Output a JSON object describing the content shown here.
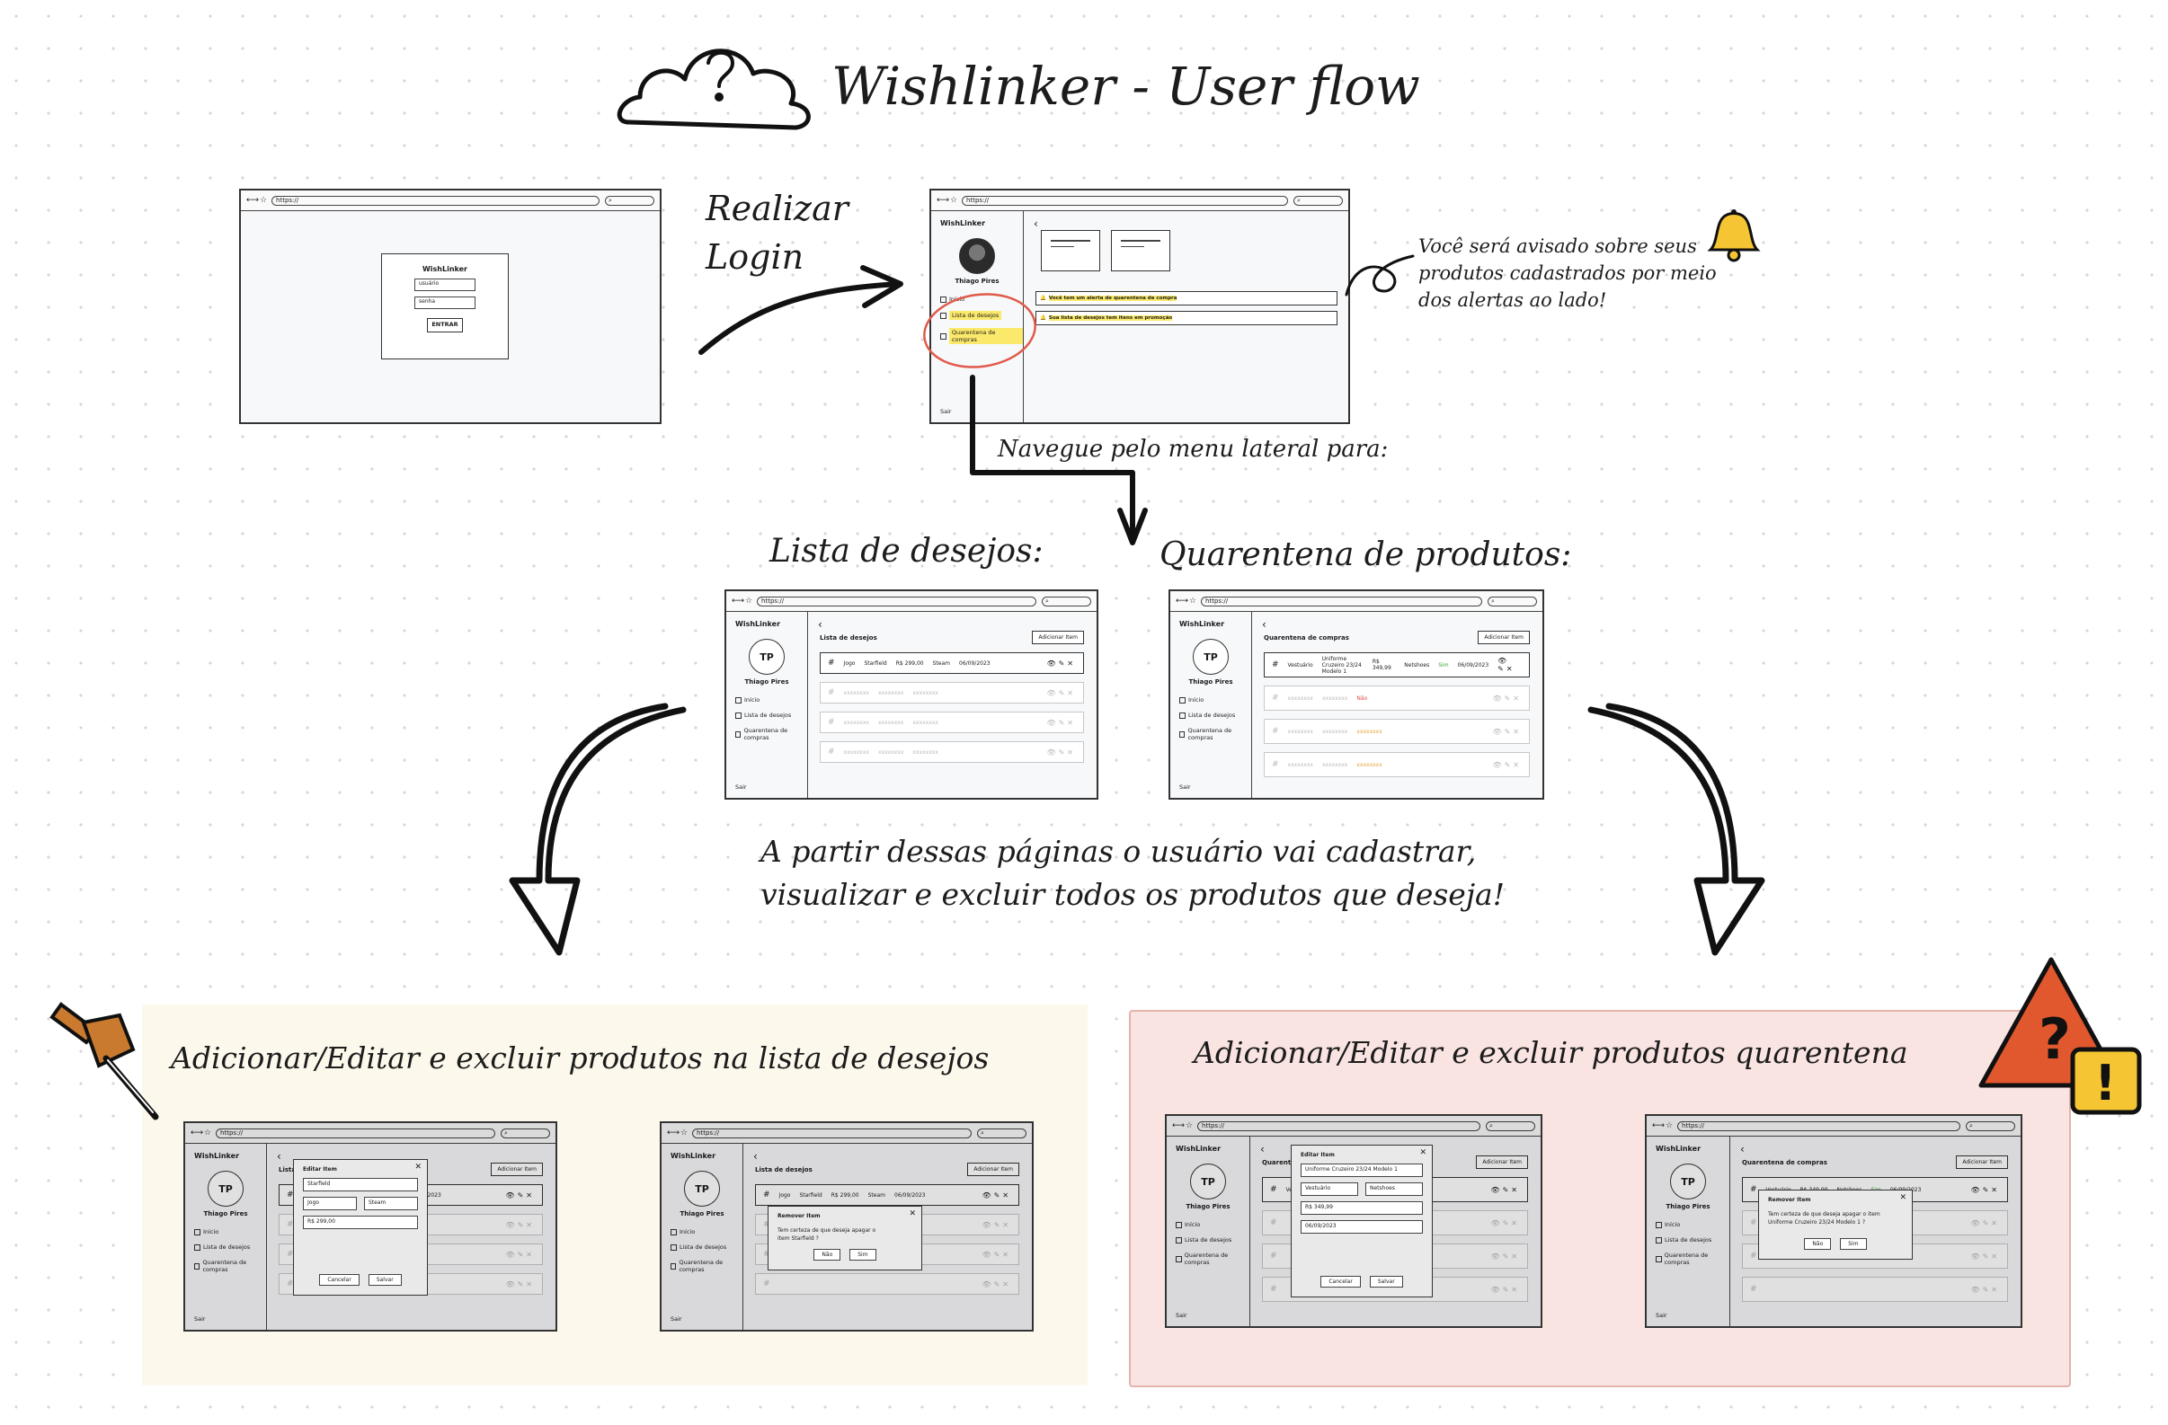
{
  "title": "Wishlinker - User flow",
  "browser": {
    "url": "https://",
    "nav": "←→ ☆"
  },
  "login": {
    "brand": "WishLinker",
    "user_placeholder": "usuário",
    "pass_placeholder": "senha",
    "button": "ENTRAR",
    "caption_line1": "Realizar",
    "caption_line2": "Login"
  },
  "dashboard": {
    "brand": "WishLinker",
    "user": "Thiago Pires",
    "menu": [
      "Início",
      "Lista de desejos",
      "Quarentena de compras"
    ],
    "logout": "Sair",
    "alerts": [
      "Você tem um alerta de quarentena de compra",
      "Sua lista de desejos tem itens em promoção"
    ],
    "note_line1": "Você será avisado sobre seus",
    "note_line2": "produtos cadastrados por meio",
    "note_line3": "dos alertas ao lado!",
    "nav_caption": "Navegue pelo menu lateral para:"
  },
  "wishlist": {
    "caption": "Lista de desejos:",
    "page_title": "Lista de desejos",
    "add_button": "Adicionar Item",
    "avatar": "TP",
    "first_row": {
      "category": "Jogo",
      "name": "Starfield",
      "price": "R$ 299,00",
      "store": "Steam",
      "date": "06/09/2023"
    },
    "placeholder": "xxxxxxxx"
  },
  "quarantine": {
    "caption": "Quarentena de produtos:",
    "page_title": "Quarentena de compras",
    "add_button": "Adicionar Item",
    "first_row": {
      "category": "Vestuário",
      "name": "Uniforme Cruzeiro 23/24 Modelo 1",
      "price": "R$ 349,99",
      "store": "Netshoes",
      "status": "Sim",
      "date": "06/09/2023"
    },
    "status_no": "Não"
  },
  "middle_note_line1": "A partir dessas páginas o usuário vai cadastrar,",
  "middle_note_line2": "visualizar e excluir todos os produtos que deseja!",
  "section_wishlist": {
    "title": "Adicionar/Editar e excluir produtos na lista de desejos",
    "edit_modal": {
      "title": "Editar Item",
      "name": "Starfield",
      "category": "Jogo",
      "store": "Steam",
      "price": "R$ 299,00",
      "cancel": "Cancelar",
      "save": "Salvar"
    },
    "remove_modal": {
      "title": "Remover Item",
      "question": "Tem certeza de que deseja apagar o item Starfield ?",
      "no": "Não",
      "yes": "Sim"
    },
    "bg": "#fdf8ec"
  },
  "section_quarantine": {
    "title": "Adicionar/Editar e excluir produtos quarentena",
    "edit_modal": {
      "title": "Editar Item",
      "name": "Uniforme Cruzeiro 23/24 Modelo 1",
      "category": "Vestuário",
      "store": "Netshoes",
      "price": "R$ 349,99",
      "date": "06/09/2023",
      "cancel": "Cancelar",
      "save": "Salvar"
    },
    "remove_modal": {
      "title": "Remover Item",
      "question": "Tem certeza de que deseja apagar o item Uniforme Cruzeiro 23/24 Modelo 1 ?",
      "no": "Não",
      "yes": "Sim"
    },
    "bg": "#f9e4e1",
    "border": "#e3b3ac"
  },
  "colors": {
    "highlight": "#fbe96b",
    "warning": "#e2582e",
    "alert_yellow": "#f5c533",
    "pin": "#c97a2e",
    "circle": "#e05a4a"
  },
  "icons": [
    "cloud-question-icon",
    "bell-icon",
    "pushpin-icon",
    "warning-triangle-icon",
    "exclamation-icon"
  ]
}
